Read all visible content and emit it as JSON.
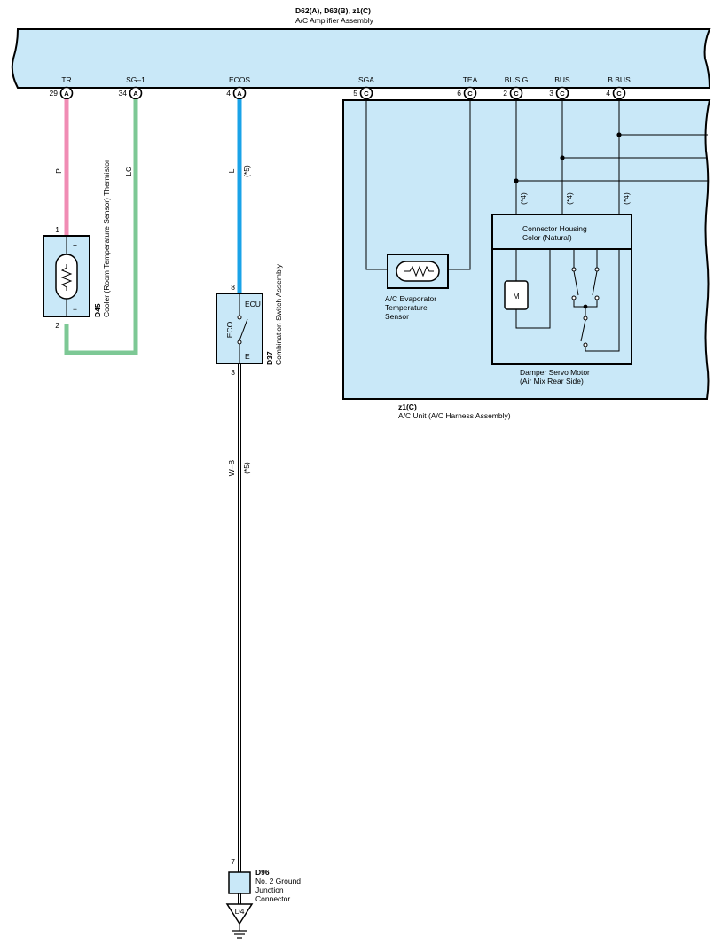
{
  "amplifier": {
    "code": "D62(A), D63(B), z1(C)",
    "name": "A/C Amplifier Assembly"
  },
  "terminals": [
    {
      "name": "TR",
      "pin": "29",
      "conn": "A"
    },
    {
      "name": "SG–1",
      "pin": "34",
      "conn": "A"
    },
    {
      "name": "ECOS",
      "pin": "4",
      "conn": "A"
    },
    {
      "name": "SGA",
      "pin": "5",
      "conn": "C"
    },
    {
      "name": "TEA",
      "pin": "6",
      "conn": "C"
    },
    {
      "name": "BUS G",
      "pin": "2",
      "conn": "C"
    },
    {
      "name": "BUS",
      "pin": "3",
      "conn": "C"
    },
    {
      "name": "B BUS",
      "pin": "4",
      "conn": "C"
    }
  ],
  "wires": {
    "pink": "P",
    "green": "LG",
    "blue": "L",
    "blue_note": "(*5)",
    "black": "W–B",
    "black_note": "(*5)",
    "note4": "(*4)"
  },
  "colors": {
    "panel": "#c9e8f8",
    "pink": "#f08cb4",
    "green": "#7dc895",
    "blue": "#1aa3e8"
  },
  "d45": {
    "code": "D45",
    "name": "Cooler (Room Temperature Sensor) Thermistor",
    "pin_top": "1",
    "pin_bottom": "2",
    "plus": "+",
    "minus": "−"
  },
  "d37": {
    "code": "D37",
    "name": "Combination Switch Assembly",
    "pin_top": "8",
    "pin_bottom": "3",
    "ecu": "ECU",
    "eco": "ECO",
    "e": "E"
  },
  "unit": {
    "code": "z1(C)",
    "name": "A/C Unit (A/C Harness Assembly)"
  },
  "evap": {
    "line1": "A/C Evaporator",
    "line2": "Temperature",
    "line3": "Sensor"
  },
  "housing": {
    "line1": "Connector Housing",
    "line2": "Color (Natural)"
  },
  "damper": {
    "line1": "Damper Servo Motor",
    "line2": "(Air Mix Rear Side)",
    "motor": "M"
  },
  "d96": {
    "code": "D96",
    "pin": "7",
    "line1": "No.  2 Ground",
    "line2": "Junction",
    "line3": "Connector",
    "ground": "D4"
  }
}
